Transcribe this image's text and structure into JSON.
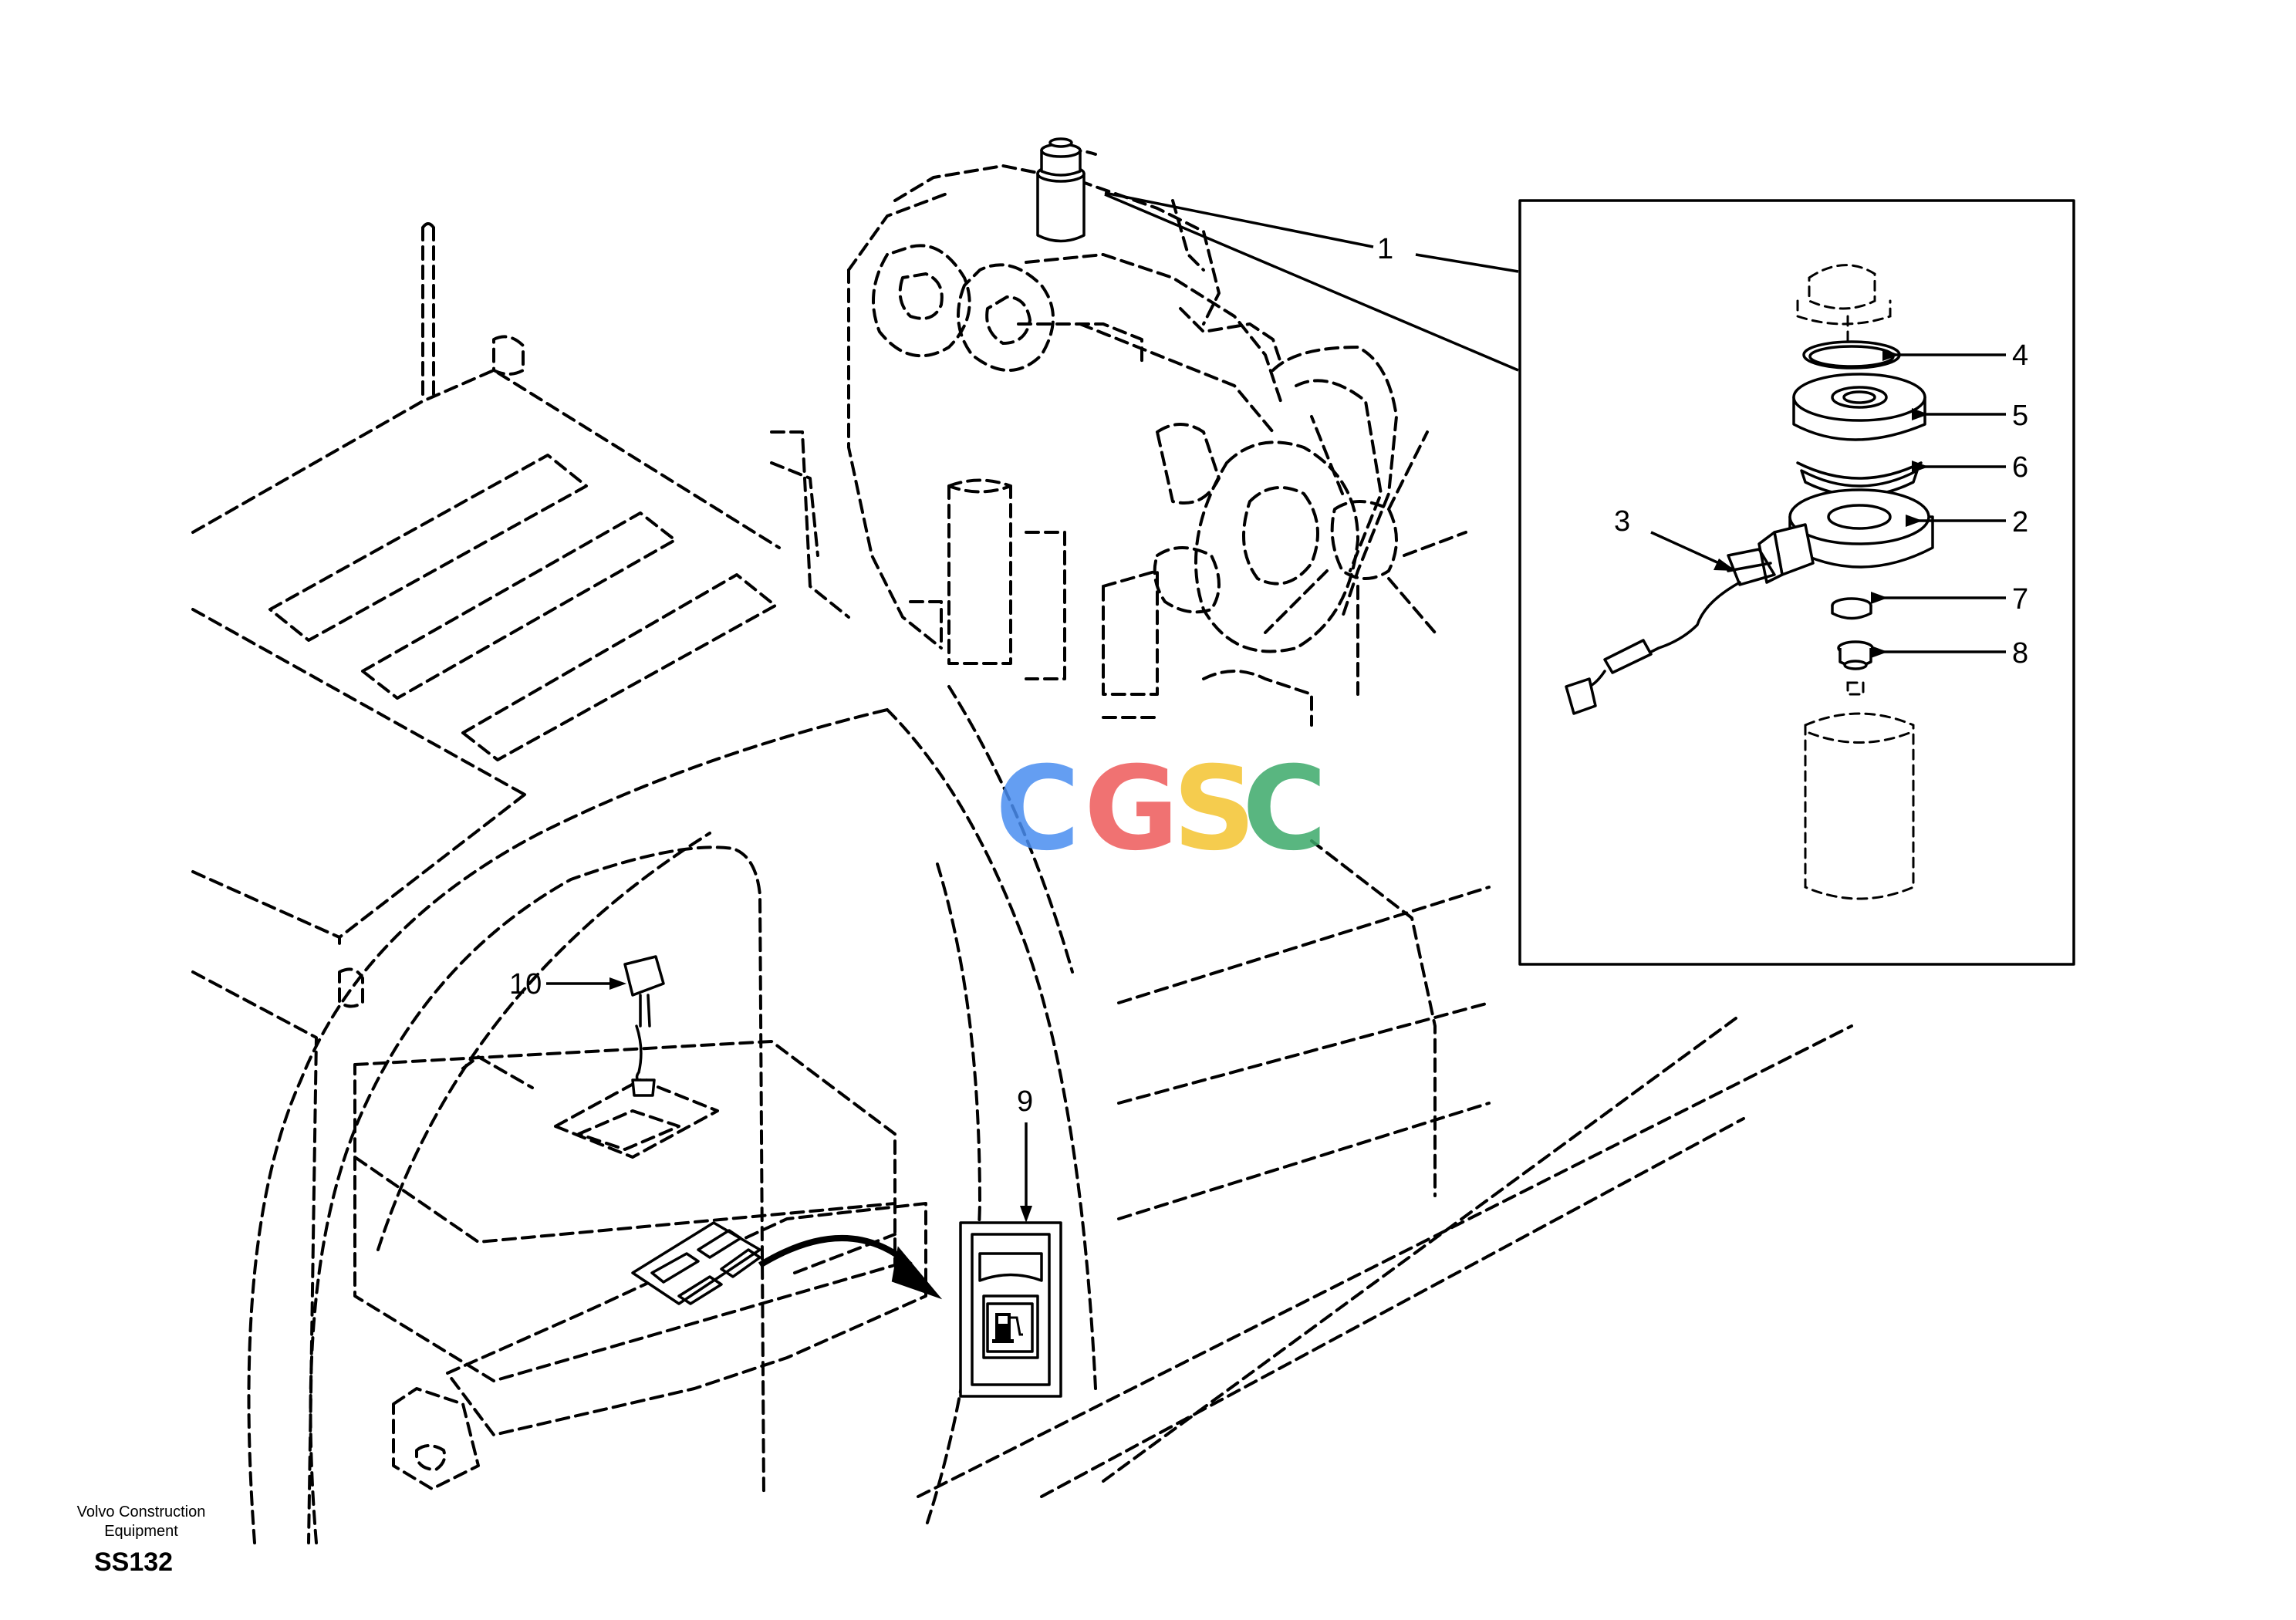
{
  "callouts": {
    "c1": "1",
    "c2": "2",
    "c3": "3",
    "c4": "4",
    "c5": "5",
    "c6": "6",
    "c7": "7",
    "c8": "8",
    "c9": "9",
    "c10": "10"
  },
  "watermark": {
    "letters": [
      "C",
      "G",
      "S",
      "C"
    ],
    "colors": [
      "#4a8ef0",
      "#ee5a5a",
      "#f4c430",
      "#3daa6a"
    ]
  },
  "footer": {
    "company_line1": "Volvo Construction",
    "company_line2": "Equipment",
    "code": "SS132"
  },
  "icons": {
    "fuel_switch": "fuel-pump-icon",
    "connector": "sensor-connector-icon"
  }
}
